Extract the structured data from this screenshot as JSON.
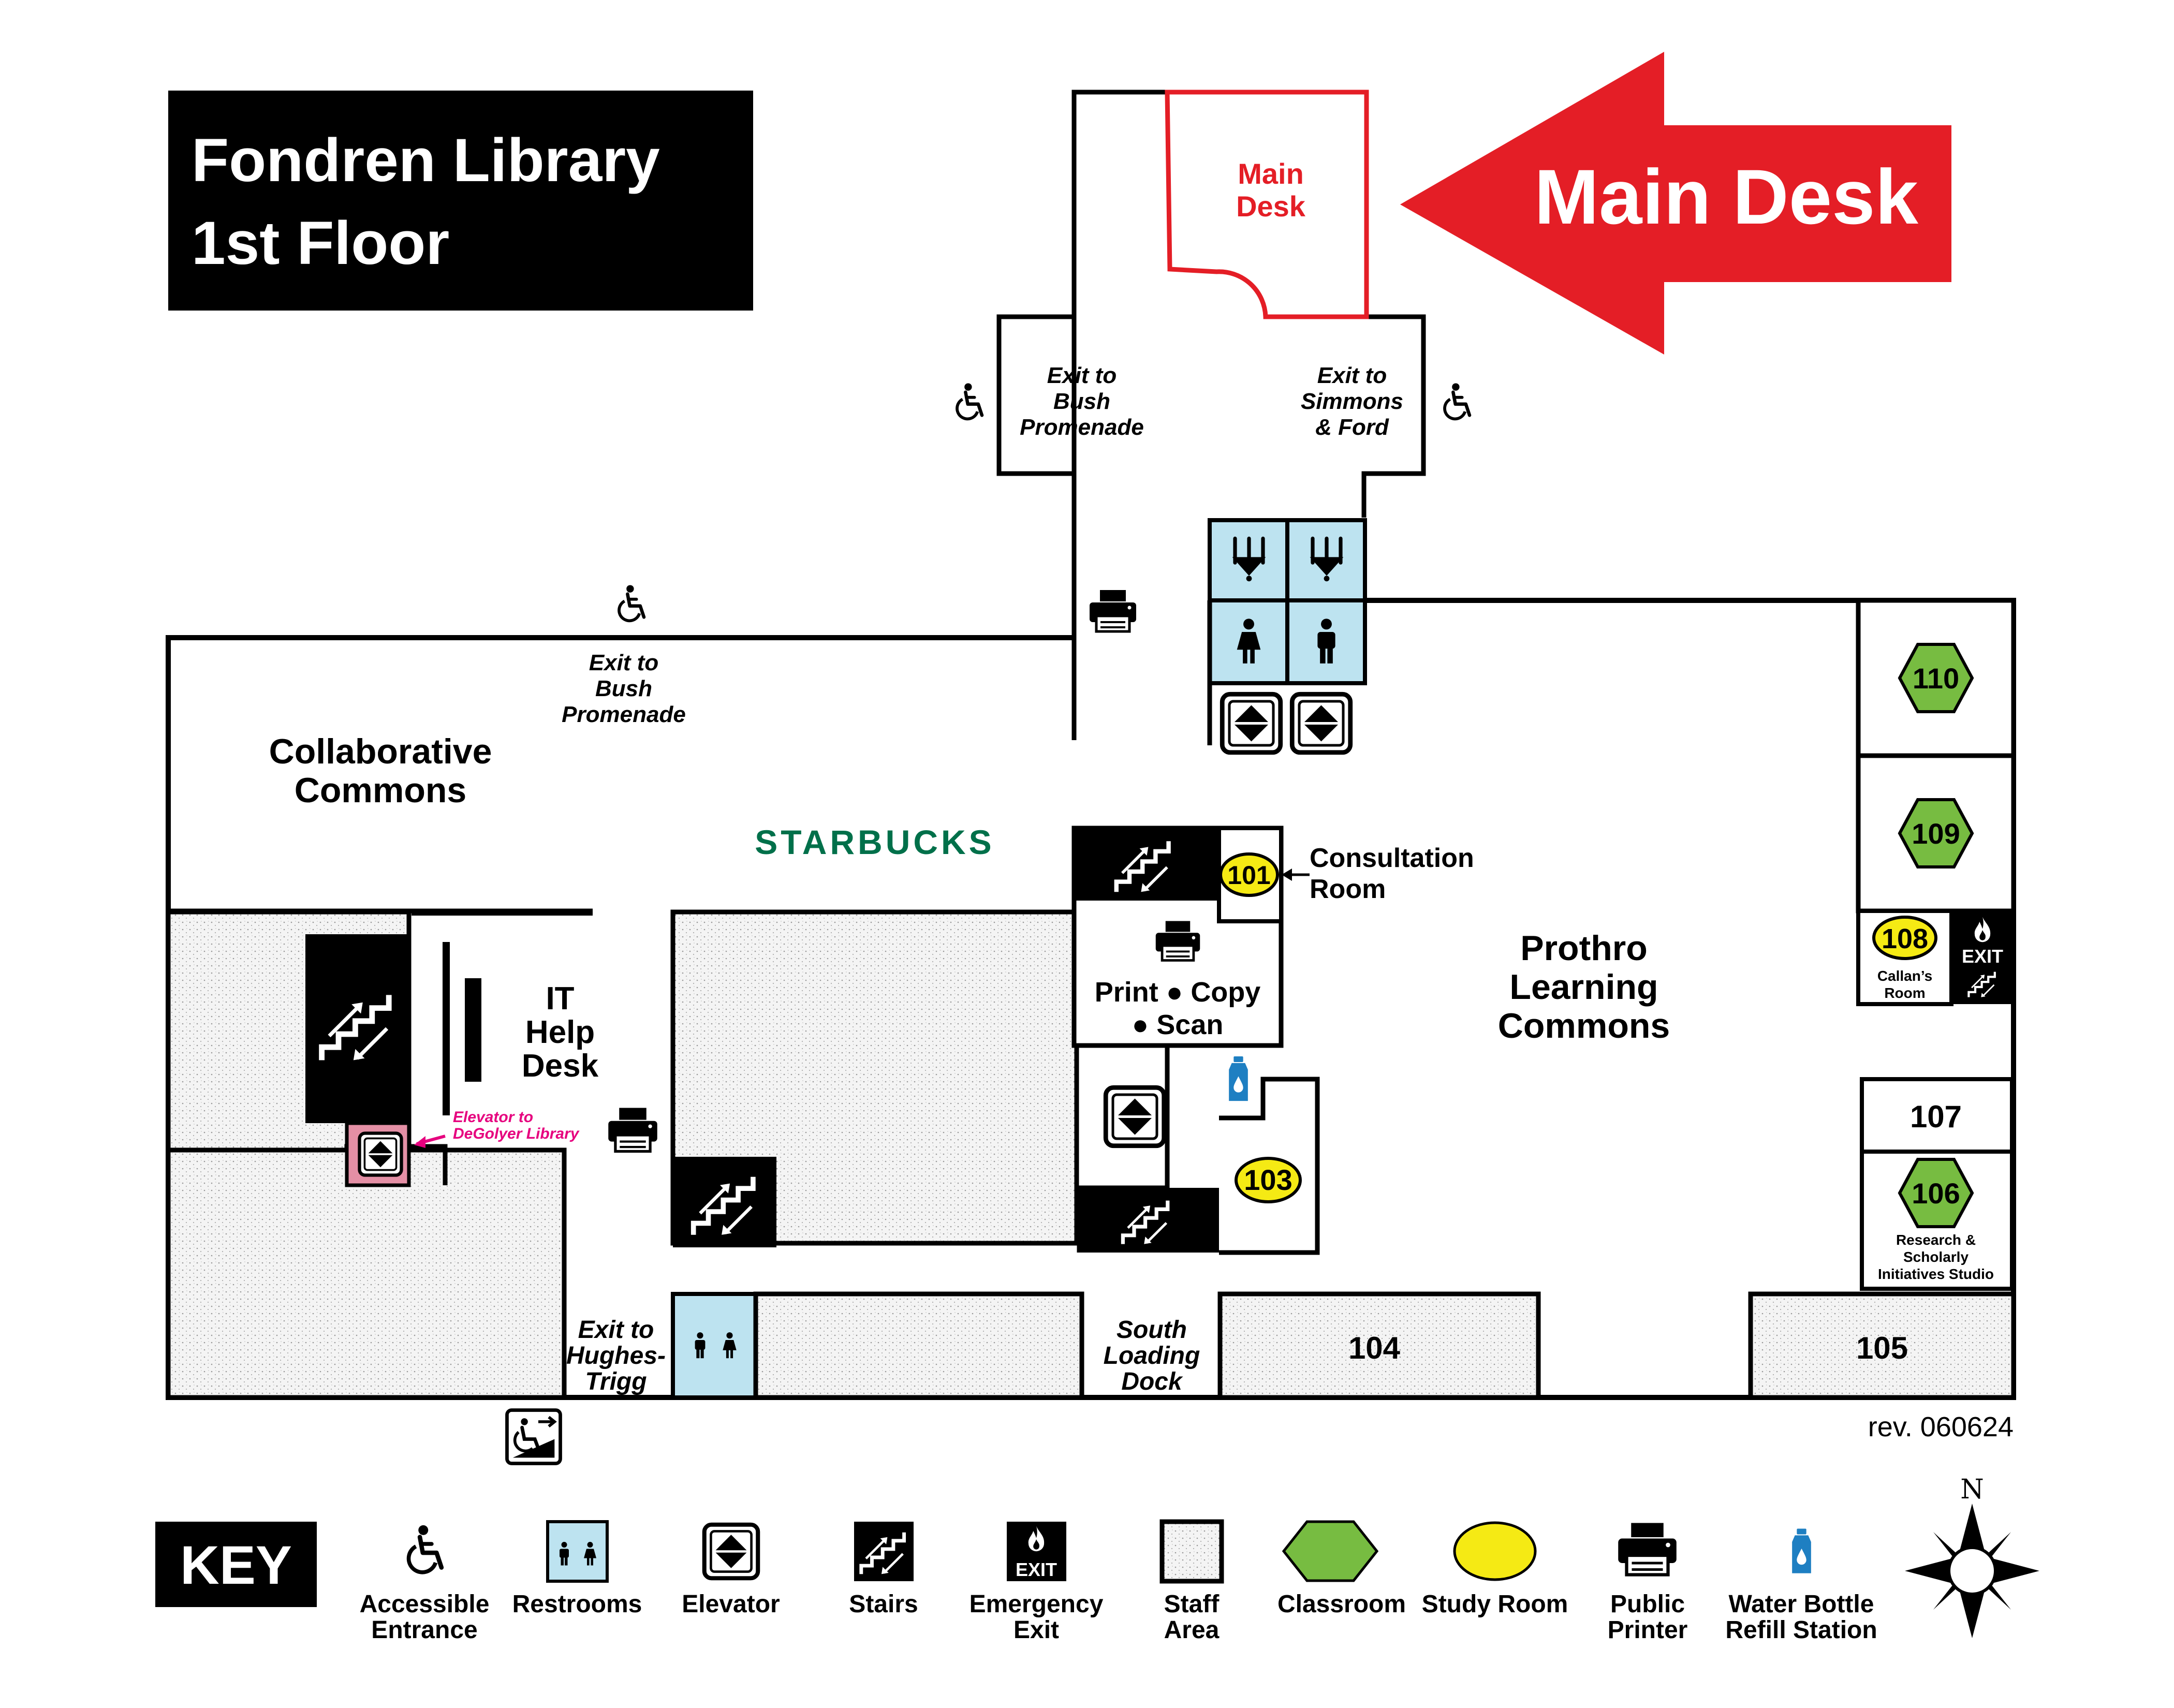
{
  "title": {
    "line1": "Fondren Library",
    "line2": "1st Floor"
  },
  "callout": {
    "text": "Main Desk",
    "room_line1": "Main",
    "room_line2": "Desk"
  },
  "exits": {
    "bush_top": [
      "Exit to",
      "Bush",
      "Promenade"
    ],
    "simmons": [
      "Exit to",
      "Simmons",
      "& Ford"
    ],
    "bush_left": [
      "Exit to",
      "Bush",
      "Promenade"
    ],
    "hughes": [
      "Exit to",
      "Hughes-",
      "Trigg"
    ],
    "south": [
      "South",
      "Loading",
      "Dock"
    ]
  },
  "areas": {
    "collaborative": [
      "Collaborative",
      "Commons"
    ],
    "starbucks": "STARBUCKS",
    "it_help": [
      "IT",
      "Help",
      "Desk"
    ],
    "prothro": [
      "Prothro",
      "Learning",
      "Commons"
    ],
    "consultation": [
      "Consultation",
      "Room"
    ],
    "print": [
      "Print ● Copy",
      "● Scan"
    ],
    "degolyer": [
      "Elevator to",
      "DeGolyer Library"
    ],
    "callans": [
      "Callan’s",
      "Room"
    ],
    "research": [
      "Research &",
      "Scholarly",
      "Initiatives Studio"
    ],
    "exit_sign": "EXIT"
  },
  "rooms": {
    "r101": "101",
    "r103": "103",
    "r104": "104",
    "r105": "105",
    "r106": "106",
    "r107": "107",
    "r108": "108",
    "r109": "109",
    "r110": "110"
  },
  "revision": "rev. 060624",
  "key": {
    "heading": "KEY",
    "items": [
      [
        "Accessible",
        "Entrance"
      ],
      [
        "Restrooms",
        ""
      ],
      [
        "Elevator",
        ""
      ],
      [
        "Stairs",
        ""
      ],
      [
        "Emergency",
        "Exit"
      ],
      [
        "Staff",
        "Area"
      ],
      [
        "Classroom",
        ""
      ],
      [
        "Study Room",
        ""
      ],
      [
        "Public",
        "Printer"
      ],
      [
        "Water Bottle",
        "Refill Station"
      ]
    ],
    "compass_label": "N"
  },
  "colors": {
    "main_desk_red": "#e41e26",
    "classroom_green": "#77bc41",
    "study_yellow": "#f5ea14",
    "restroom_blue": "#bde3f0",
    "degolyer_pink": "#e48fa5",
    "degolyer_text": "#e6007e",
    "starbucks_green": "#00704a",
    "water_blue": "#1e7fc2"
  }
}
